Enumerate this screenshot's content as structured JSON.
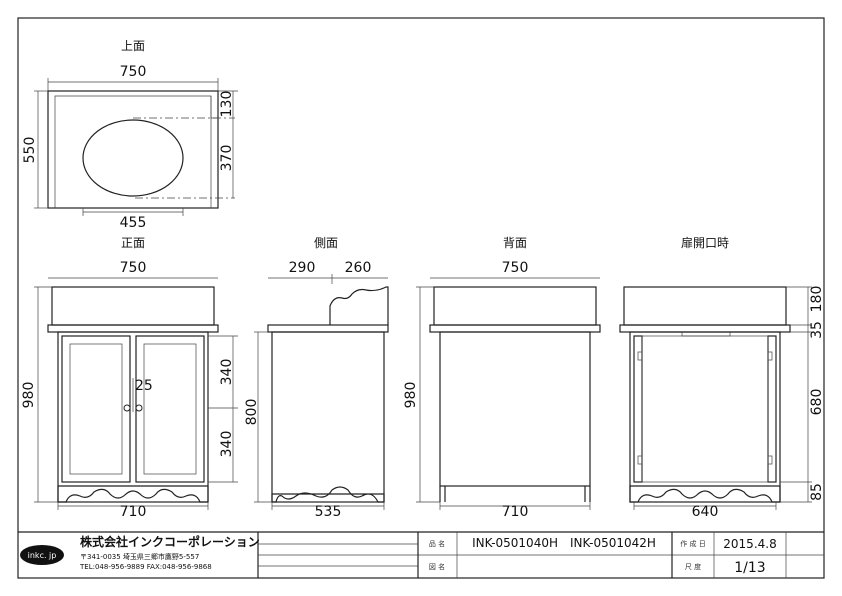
{
  "views": {
    "top": {
      "title": "上面",
      "width_label": "750",
      "depth_label": "550",
      "back_label": "130",
      "bowl_depth_label": "370",
      "bowl_width_label": "455"
    },
    "front": {
      "title": "正面",
      "width_label": "750",
      "height_label": "980",
      "door_upper_label": "340",
      "door_lower_label": "340",
      "gap_label": "25",
      "base_label": "710"
    },
    "side": {
      "title": "側面",
      "left_label": "290",
      "right_label": "260",
      "height_label": "800",
      "base_label": "535"
    },
    "back": {
      "title": "背面",
      "width_label": "750",
      "height_label": "980",
      "base_label": "710"
    },
    "open": {
      "title": "扉開口時",
      "dim_top_label": "180",
      "dim_counter_label": "35",
      "dim_interior_label": "680",
      "dim_bottom_label": "85",
      "base_label": "640"
    }
  },
  "title_block": {
    "logo": "inkc. jp",
    "company": "株式会社インクコーポレーション",
    "address": "〒341-0035 埼玉県三郷市鷹野5-557",
    "contact": "TEL:048-956-9889  FAX:048-956-9868",
    "product_label": "品 名",
    "product_value": "INK-0501040H　INK-0501042H",
    "drawing_label": "図 名",
    "date_label": "作 成 日",
    "date_value": "2015.4.8",
    "scale_label": "尺 度",
    "scale_value": "1/13"
  }
}
